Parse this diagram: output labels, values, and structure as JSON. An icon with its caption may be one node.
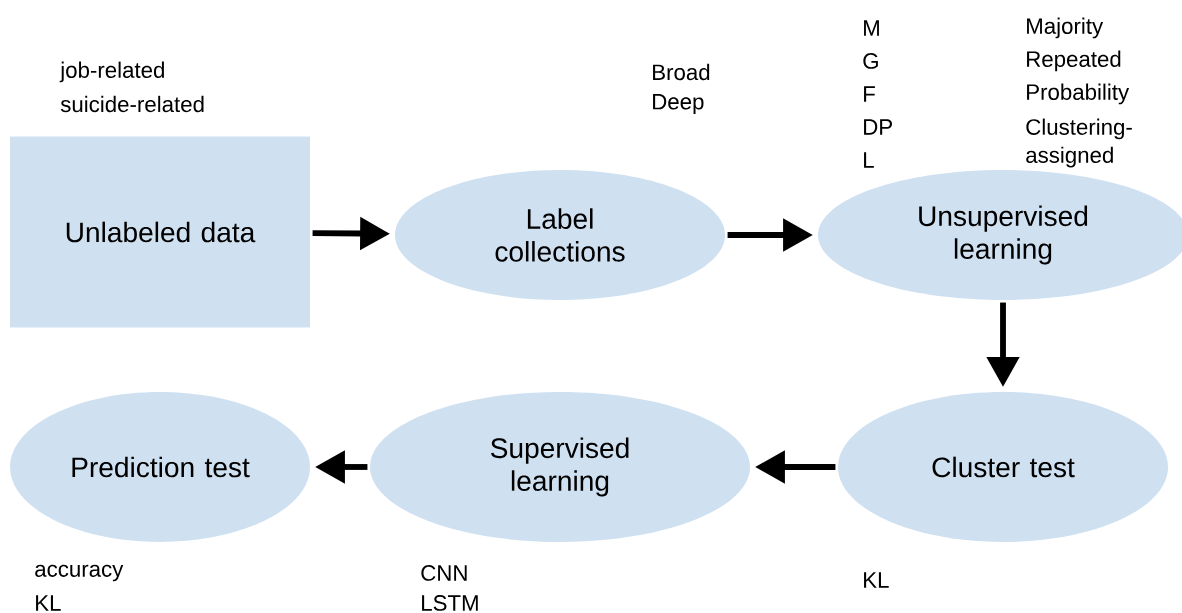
{
  "diagram": {
    "nodes": [
      {
        "text": [
          "Unlabeled data"
        ]
      },
      {
        "text": [
          "Label collections"
        ]
      },
      {
        "text": [
          "Unsupervised learning"
        ]
      },
      {
        "text": [
          "Cluster test"
        ]
      },
      {
        "text": [
          "Supervised learning"
        ]
      },
      {
        "text": [
          "Prediction test"
        ]
      }
    ],
    "edges": [
      {
        "from": 0,
        "to": 1,
        "arrow": "to"
      },
      {
        "from": 1,
        "to": 2,
        "arrow": "to"
      },
      {
        "from": 2,
        "to": 3,
        "arrow": "to"
      },
      {
        "from": 3,
        "to": 4,
        "arrow": "to"
      },
      {
        "from": 4,
        "to": 5,
        "arrow": "to"
      }
    ],
    "labels": [
      "job-related",
      "suicide-related",
      "Broad",
      "Deep",
      "M",
      "Majority",
      "G",
      "Repeated",
      "F",
      "Probability",
      "DP",
      "Clustering-assigned",
      "L",
      "accuracy",
      "KL",
      "CNN",
      "LSTM",
      "KL"
    ]
  }
}
